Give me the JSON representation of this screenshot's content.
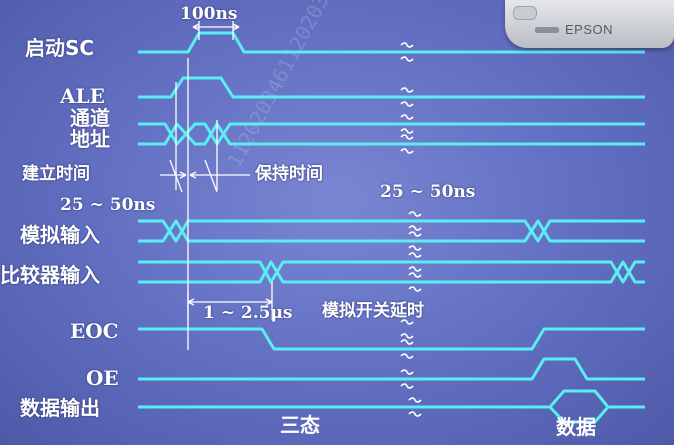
{
  "signals": {
    "start_sc": "启动SC",
    "ale": "ALE",
    "channel_address_line1": "通道",
    "channel_address_line2": "地址",
    "analog_input": "模拟输入",
    "comparator_input": "比较器输入",
    "eoc": "EOC",
    "oe": "OE",
    "data_output": "数据输出"
  },
  "annotations": {
    "pulse_width": "100ns",
    "setup_time": "建立时间",
    "hold_time": "保持时间",
    "range_left": "25 ~ 50ns",
    "range_right": "25 ~ 50ns",
    "switch_delay_value": "1 ~ 2.5μs",
    "switch_delay_label": "模拟开关延时",
    "tri_state": "三态",
    "data": "数据"
  },
  "projector": {
    "brand": "EPSON"
  },
  "colors": {
    "background": "#6572c4",
    "trace": "#58eef2",
    "text": "#ffffff"
  }
}
